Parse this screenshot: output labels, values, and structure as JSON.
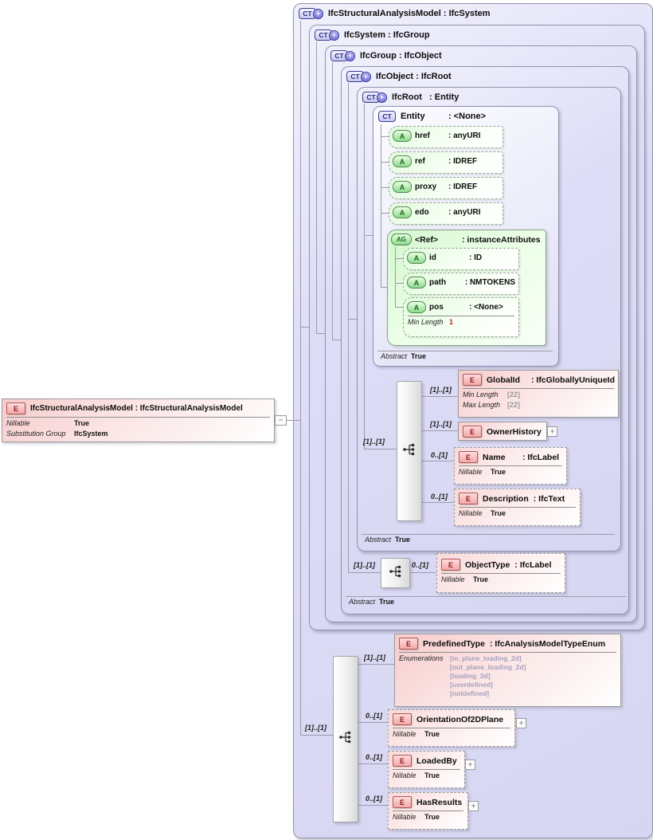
{
  "left_element": {
    "badge": "E",
    "title": "IfcStructuralAnalysisModel : IfcStructuralAnalysisModel",
    "nillable_label": "Nillable",
    "nillable_value": "True",
    "subst_label": "Substitution Group",
    "subst_value": "IfcSystem",
    "collapse_glyph": "−"
  },
  "types": {
    "t0": {
      "badge": "CT",
      "plus": "+",
      "title": "IfcStructuralAnalysisModel : IfcSystem"
    },
    "t1": {
      "badge": "CT",
      "plus": "+",
      "title": "IfcSystem : IfcGroup"
    },
    "t2": {
      "badge": "CT",
      "plus": "+",
      "title": "IfcGroup : IfcObject"
    },
    "t3": {
      "badge": "CT",
      "plus": "+",
      "title": "IfcObject : IfcRoot"
    },
    "t4": {
      "badge": "CT",
      "plus": "+",
      "title": "IfcRoot   : Entity"
    }
  },
  "entity": {
    "badge": "CT",
    "name": "Entity",
    "type": ": <None>",
    "attrs": [
      {
        "badge": "A",
        "name": "href",
        "type": ": anyURI"
      },
      {
        "badge": "A",
        "name": "ref",
        "type": ": IDREF"
      },
      {
        "badge": "A",
        "name": "proxy",
        "type": ": IDREF"
      },
      {
        "badge": "A",
        "name": "edo",
        "type": ": anyURI"
      }
    ],
    "ref_group": {
      "badge": "AG",
      "name": "<Ref>",
      "type": ": instanceAttributes",
      "attrs": [
        {
          "badge": "A",
          "name": "id",
          "type": ": ID"
        },
        {
          "badge": "A",
          "name": "path",
          "type": ": NMTOKENS"
        },
        {
          "badge": "A",
          "name": "pos",
          "type": ": <None>",
          "facet_label": "Min Length",
          "facet_value": "1"
        }
      ]
    },
    "abstract_label": "Abstract",
    "abstract_value": "True"
  },
  "ifcroot": {
    "seq_card": "[1]..[1]",
    "children": [
      {
        "card": "[1]..[1]",
        "badge": "E",
        "name": "GlobalId",
        "type": ": IfcGloballyUniqueId",
        "facets": [
          {
            "label": "Min Length",
            "value": "[22]"
          },
          {
            "label": "Max Length",
            "value": "[22]"
          }
        ]
      },
      {
        "card": "[1]..[1]",
        "badge": "E",
        "name": "OwnerHistory",
        "expand": "+"
      },
      {
        "card": "0..[1]",
        "badge": "E",
        "name": "Name",
        "type": ": IfcLabel",
        "facets": [
          {
            "label": "Nillable",
            "value": "True"
          }
        ]
      },
      {
        "card": "0..[1]",
        "badge": "E",
        "name": "Description",
        "type": ": IfcText",
        "facets": [
          {
            "label": "Nillable",
            "value": "True"
          }
        ]
      }
    ],
    "abstract_label": "Abstract",
    "abstract_value": "True"
  },
  "ifcobject": {
    "seq_card": "[1]..[1]",
    "child": {
      "card": "0..[1]",
      "badge": "E",
      "name": "ObjectType",
      "type": ": IfcLabel",
      "facet_label": "Nillable",
      "facet_value": "True"
    },
    "abstract_label": "Abstract",
    "abstract_value": "True"
  },
  "model": {
    "seq_card": "[1]..[1]",
    "children": [
      {
        "card": "[1]..[1]",
        "badge": "E",
        "name": "PredefinedType",
        "type": ": IfcAnalysisModelTypeEnum",
        "enum_label": "Enumerations",
        "enums": [
          "[in_plane_loading_2d]",
          "[out_plane_loading_2d]",
          "[loading_3d]",
          "[userdefined]",
          "[notdefined]"
        ]
      },
      {
        "card": "0..[1]",
        "badge": "E",
        "name": "OrientationOf2DPlane",
        "expand": "+",
        "facet_label": "Nillable",
        "facet_value": "True"
      },
      {
        "card": "0..[1]",
        "badge": "E",
        "name": "LoadedBy",
        "expand": "+",
        "facet_label": "Nillable",
        "facet_value": "True"
      },
      {
        "card": "0..[1]",
        "badge": "E",
        "name": "HasResults",
        "expand": "+",
        "facet_label": "Nillable",
        "facet_value": "True"
      }
    ]
  }
}
